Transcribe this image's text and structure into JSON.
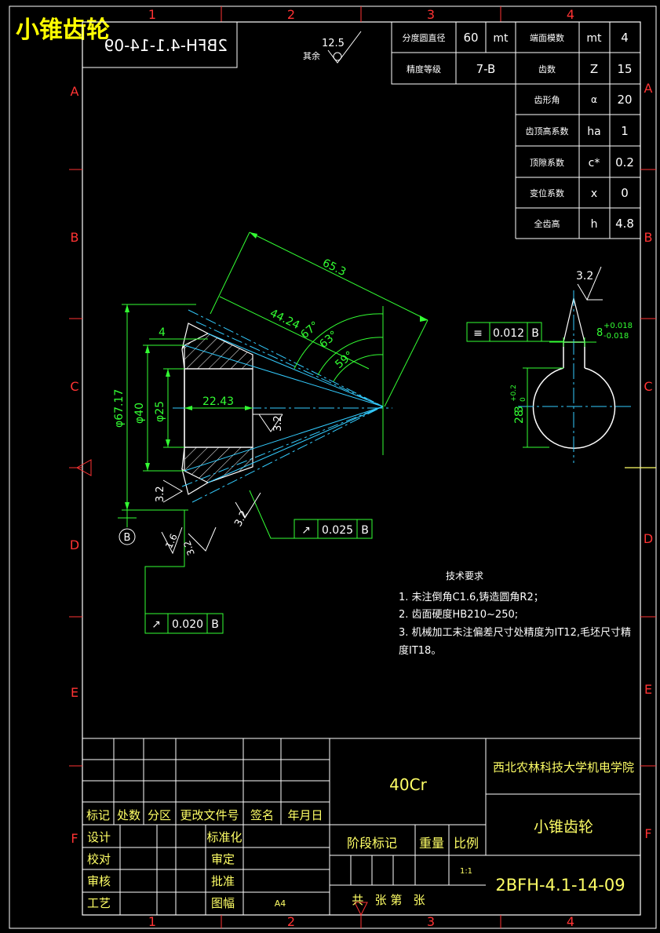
{
  "title_overlay": "小锥齿轮",
  "mirrored_code": "2BFH-4.1-14-09",
  "surface_rest": {
    "label": "其余",
    "value": "12.5"
  },
  "zone_cols": [
    "1",
    "2",
    "3",
    "4"
  ],
  "zone_rows": [
    "A",
    "B",
    "C",
    "D",
    "E",
    "F"
  ],
  "param_table": {
    "top_rows": [
      [
        "分度圆直径",
        "60",
        "mt",
        "端面模数",
        "mt",
        "4"
      ],
      [
        "精度等级",
        "7-B",
        "",
        "齿数",
        "Z",
        "15"
      ]
    ],
    "side_rows": [
      [
        "齿形角",
        "α",
        "20"
      ],
      [
        "齿顶高系数",
        "ha",
        "1"
      ],
      [
        "顶隙系数",
        "c*",
        "0.2"
      ],
      [
        "变位系数",
        "x",
        "0"
      ],
      [
        "全齿高",
        "h",
        "4.8"
      ]
    ]
  },
  "dimensions": {
    "d65_3": "65.3",
    "d44_24": "44.24",
    "a67": "67°",
    "a63": "63°",
    "a59": "59°",
    "d4": "4",
    "phi67_17": "φ67.17",
    "phi40": "φ40",
    "phi25": "φ25",
    "d22_43": "22.43",
    "r32a": "3.2",
    "r32b": "3.2",
    "r32c": "3.2",
    "r32d": "3.2",
    "r16": "1.6",
    "datum_b": "B",
    "r32_key": "3.2",
    "key_tol_main": "8",
    "key_tol_up": "+0.018",
    "key_tol_lo": "-0.018",
    "key_depth_main": "28",
    "key_depth_sub": "3",
    "key_depth_up": "+0.2",
    "key_depth_lo": "0"
  },
  "tolerance_frames": [
    {
      "symbol": "↗",
      "value": "0.025",
      "datum": "B"
    },
    {
      "symbol": "↗",
      "value": "0.020",
      "datum": "B"
    },
    {
      "symbol": "≡",
      "value": "0.012",
      "datum": "B"
    }
  ],
  "tech_requirements": {
    "heading": "技术要求",
    "lines": [
      "1. 未注倒角C1.6,铸造圆角R2；",
      "2. 齿面硬度HB210~250;",
      "3. 机械加工未注偏差尺寸处精度为IT12,毛坯尺寸精",
      "度IT18。"
    ]
  },
  "title_block": {
    "material": "40Cr",
    "school": "西北农林科技大学机电学院",
    "part_name": "小锥齿轮",
    "drawing_no": "2BFH-4.1-14-09",
    "rev_headers": [
      "标记",
      "处数",
      "分区",
      "更改文件号",
      "签名",
      "年月日"
    ],
    "left_labels": [
      "设计",
      "校对",
      "审核",
      "工艺"
    ],
    "mid_labels": [
      "标准化",
      "审定",
      "批准",
      "图幅"
    ],
    "paper_size": "A4",
    "stage_mark": "阶段标记",
    "weight": "重量",
    "scale_label": "比例",
    "scale": "1:1",
    "sheets": "共   张 第   张"
  }
}
